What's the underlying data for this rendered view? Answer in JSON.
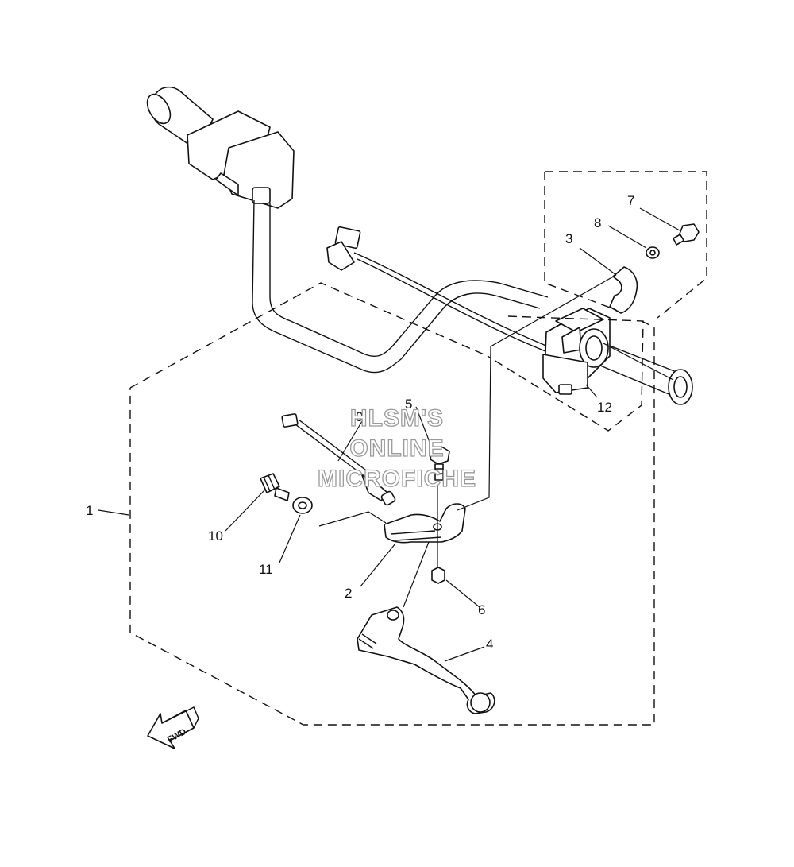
{
  "diagram": {
    "callouts": [
      {
        "id": "callout-1",
        "text": "1"
      },
      {
        "id": "callout-2",
        "text": "2"
      },
      {
        "id": "callout-3",
        "text": "3"
      },
      {
        "id": "callout-4",
        "text": "4"
      },
      {
        "id": "callout-5",
        "text": "5"
      },
      {
        "id": "callout-6",
        "text": "6"
      },
      {
        "id": "callout-7",
        "text": "7"
      },
      {
        "id": "callout-8",
        "text": "8"
      },
      {
        "id": "callout-9",
        "text": "9"
      },
      {
        "id": "callout-10",
        "text": "10"
      },
      {
        "id": "callout-11",
        "text": "11"
      },
      {
        "id": "callout-12",
        "text": "12"
      }
    ],
    "direction_label": "FWD",
    "watermark": {
      "line1": "HLSM'S",
      "line2": "ONLINE",
      "line3": "MICROFICHE"
    }
  }
}
